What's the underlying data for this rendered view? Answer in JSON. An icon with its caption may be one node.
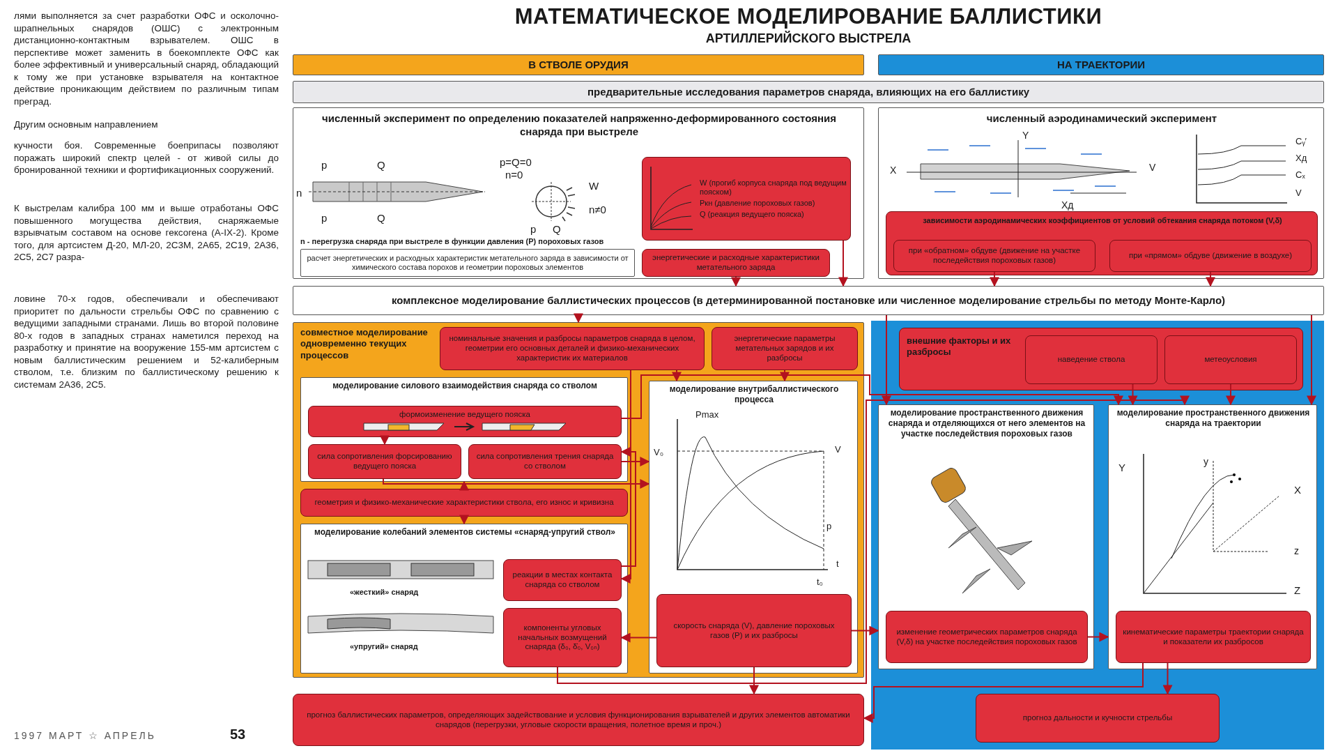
{
  "diagram": {
    "title": "МАТЕМАТИЧЕСКОЕ МОДЕЛИРОВАНИЕ БАЛЛИСТИКИ",
    "nodes": [
      {
        "text": [
          "В СТВОЛЕ ОРУДИЯ"
        ]
      },
      {
        "text": [
          "НА ТРАЕКТОРИИ"
        ]
      },
      {
        "text": [
          "предварительные исследования параметров снаряда, влияющих на его баллистику"
        ]
      },
      {
        "text": [
          "численный эксперимент по определению показателей напряженно-деформированного состояния снаряда при выстреле"
        ]
      },
      {
        "text": [
          "W (прогиб корпуса снаряда под ведущим пояском)",
          "Pкн (давление пороховых газов)",
          "Q (реакция ведущего пояска)"
        ],
        "in": 3
      },
      {
        "text": [
          "расчет энергетических и расходных характеристик метательного заряда в зависимости от химического состава порохов и геометрии пороховых элементов"
        ],
        "in": 3
      },
      {
        "text": [
          "энергетические и расходные характеристики метательного заряда"
        ],
        "in": 3
      },
      {
        "text": [
          "численный аэродинамический эксперимент"
        ]
      },
      {
        "text": [
          "зависимости аэродинамических коэффициентов от условий обтекания снаряда потоком (V,δ)"
        ],
        "in": 7
      },
      {
        "text": [
          "при «обратном» обдуве (движение на участке последействия пороховых газов)"
        ],
        "in": 8
      },
      {
        "text": [
          "при «прямом» обдуве (движение в воздухе)"
        ],
        "in": 8
      },
      {
        "text": [
          "комплексное моделирование баллистических процессов (в детерминированной постановке или численное моделирование стрельбы по методу Монте-Карло)"
        ]
      },
      {
        "text": [
          "совместное моделирование одновременно текущих процессов"
        ]
      },
      {
        "text": [
          "номинальные значения и разбросы параметров снаряда в целом, геометрии его основных деталей и физико-механических характеристик их материалов"
        ],
        "in": 12
      },
      {
        "text": [
          "энергетические параметры метательных зарядов и их разбросы"
        ],
        "in": 12
      },
      {
        "text": [
          "моделирование силового взаимодействия снаряда со стволом"
        ],
        "in": 12
      },
      {
        "text": [
          "формоизменение ведущего пояска"
        ],
        "in": 15
      },
      {
        "text": [
          "сила сопротивления форсированию ведущего пояска"
        ],
        "in": 15
      },
      {
        "text": [
          "сила сопротивления трения снаряда со стволом"
        ],
        "in": 15
      },
      {
        "text": [
          "геометрия и физико-механические характеристики ствола, его износ и кривизна"
        ],
        "in": 12
      },
      {
        "text": [
          "моделирование колебаний элементов системы «снаряд-упругий ствол»"
        ],
        "in": 12
      },
      {
        "text": [
          "реакции в местах контакта снаряда со стволом"
        ],
        "in": 20
      },
      {
        "text": [
          "компоненты угловых начальных возмущений снаряда (δ₀, δ̇₀, V₀ₙ)"
        ],
        "in": 20
      },
      {
        "text": [
          "моделирование внутрибаллистического процесса"
        ],
        "in": 12
      },
      {
        "text": [
          "скорость снаряда (V), давление пороховых газов (P) и их разбросы"
        ],
        "in": 23
      },
      {
        "text": [
          "моделирование пространственного движения снаряда и отделяющихся от него элементов на участке последействия пороховых газов"
        ]
      },
      {
        "text": [
          "изменение геометрических параметров снаряда (V,δ) на участке последействия пороховых газов"
        ],
        "in": 25
      },
      {
        "text": [
          "внешние факторы и их разбросы"
        ]
      },
      {
        "text": [
          "наведение ствола"
        ],
        "in": 27
      },
      {
        "text": [
          "метеоусловия"
        ],
        "in": 27
      },
      {
        "text": [
          "моделирование пространственного движения снаряда на траектории"
        ]
      },
      {
        "text": [
          "кинематические параметры траектории снаряда и показатели их разбросов"
        ],
        "in": 30
      },
      {
        "text": [
          "прогноз баллистических параметров, определяющих задействование и условия функционирования взрывателей и других элементов автоматики снарядов (перегрузки, угловые скорости вращения, полетное время и проч.)"
        ]
      },
      {
        "text": [
          "прогноз дальности и кучности стрельбы"
        ]
      }
    ],
    "edges": [
      {
        "from": 4,
        "to": 11,
        "arrow": "to"
      },
      {
        "from": 6,
        "to": 11,
        "arrow": "to"
      },
      {
        "from": 9,
        "to": 11,
        "arrow": "to"
      },
      {
        "from": 10,
        "to": 11,
        "arrow": "to"
      },
      {
        "from": 11,
        "to": 12,
        "arrow": "to"
      },
      {
        "from": 11,
        "to": 25,
        "arrow": "to"
      },
      {
        "from": 11,
        "to": 30,
        "arrow": "to"
      },
      {
        "from": 13,
        "to": 23,
        "arrow": "to"
      },
      {
        "from": 14,
        "to": 23,
        "arrow": "to"
      },
      {
        "from": 13,
        "to": 21,
        "arrow": "to"
      },
      {
        "from": 16,
        "to": 17,
        "arrow": "to"
      },
      {
        "from": 16,
        "to": 30,
        "arrow": "to"
      },
      {
        "from": 17,
        "to": 23,
        "arrow": "to"
      },
      {
        "from": 18,
        "to": 23,
        "arrow": "to"
      },
      {
        "from": 19,
        "to": 15,
        "arrow": "to"
      },
      {
        "from": 19,
        "to": 20,
        "arrow": "to"
      },
      {
        "from": 21,
        "to": 18,
        "arrow": "to"
      },
      {
        "from": 24,
        "to": 22,
        "arrow": "to"
      },
      {
        "from": 22,
        "to": 30,
        "arrow": "to"
      },
      {
        "from": 24,
        "to": 25,
        "arrow": "to"
      },
      {
        "from": 24,
        "to": 32,
        "arrow": "to"
      },
      {
        "from": 28,
        "to": 30,
        "arrow": "to"
      },
      {
        "from": 29,
        "to": 30,
        "arrow": "to"
      },
      {
        "from": 26,
        "to": 30,
        "arrow": "to"
      },
      {
        "from": 31,
        "to": 32,
        "arrow": "to"
      },
      {
        "from": 31,
        "to": 33,
        "arrow": "to"
      }
    ],
    "labels": [
      "лями выполняется за счет разработки ОФС и осколочно-шрапнельных снарядов (ОШС) с электронным дистанционно-контактным взрывателем. ОШС в перспективе может заменить в боекомплекте ОФС как более эффективный и универсальный снаряд, обладающий к тому же при установке взрывателя на контактное действие проникающим действием по различным типам преград.",
      "Другим основным направлением",
      "кучности боя. Современные боеприпасы позволяют поражать широкий спектр целей - от живой силы до бронированной техники и фортификационных сооружений.",
      "К выстрелам калибра 100 мм и выше отработаны ОФС повышенного могущества действия, снаряжаемые взрывчатым составом на основе гексогена (А-IX-2). Кроме того, для артсистем Д-20, МЛ-20, 2С3М, 2А65, 2С19, 2А36, 2С5, 2С7 разра-",
      "ловине 70-х годов, обеспечивали и обеспечивают приоритет по дальности стрельбы ОФС по сравнению с ведущими западными странами. Лишь во второй половине 80-х годов в западных странах наметился переход на разработку и принятие на вооружение 155-мм артсистем с новым баллистическим решением и 52-калиберным стволом, т.е. близким по баллистическому решению к системам 2А36, 2С5.",
      "АРТИЛЛЕРИЙСКОГО ВЫСТРЕЛА",
      "p",
      "Q",
      "n",
      "p",
      "Q",
      "p=Q=0",
      "n=0",
      "W",
      "n≠0",
      "p",
      "Q",
      "n - перегрузка снаряда при выстреле в функции давления (P) пороховых газов",
      "Y",
      "X",
      "V",
      "Xд",
      "Cᵧ′",
      "Xд",
      "Cₓ",
      "V",
      "«жесткий» снаряд",
      "«упругий» снаряд",
      "Pmax",
      "V₀",
      "V",
      "p",
      "t",
      "t₀",
      "Y",
      "y",
      "X",
      "z",
      "Z",
      "1997 МАРТ ☆ АПРЕЛЬ",
      "53"
    ]
  }
}
